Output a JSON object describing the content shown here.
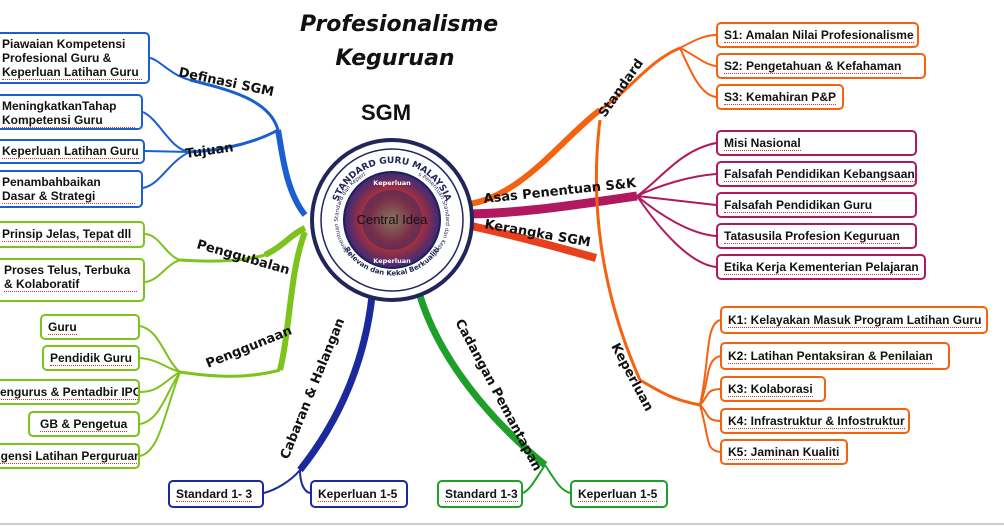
{
  "header": {
    "title_line1": "Profesionalisme",
    "title_line2": "Keguruan",
    "sgm": "SGM"
  },
  "center": {
    "ring_top": "STANDARD GURU MALAYSIA",
    "ring_left": "Asas Penentuan Standard dan Keperluan",
    "ring_right": "Asas Penentuan Standard dan Keperluan",
    "ring_bottom": "Relevan dan Kekal Berkualiti",
    "inner_top": "Keperluan",
    "inner_bottom": "Keperluan",
    "overlay": "Central Idea",
    "colors": {
      "ring": "#20265a",
      "inner_fill": "#3a2a7a",
      "center_glow": "#d9331e"
    }
  },
  "branches": {
    "definasi": "Definasi SGM",
    "tujuan": "Tujuan",
    "penggubalan": "Penggubalan",
    "penggunaan": "Penggunaan",
    "standard": "Standard",
    "asas": "Asas Penentuan S&K",
    "kerangka": "Kerangka SGM",
    "keperluan": "Keperluan",
    "cabaran": "Cabaran & Halangan",
    "cadangan": "Cadangan Pemantapan"
  },
  "left": {
    "definasi_item": "Piawaian Kompetensi Profesional Guru & Keperluan Latihan Guru",
    "tujuan_items": [
      "MeningkatkanTahap Kompetensi Guru",
      "Keperluan Latihan Guru",
      "Penambahbaikan Dasar & Strategi"
    ],
    "penggubalan_items": [
      "Prinsip Jelas, Tepat dll",
      "Proses Telus, Terbuka & Kolaboratif"
    ],
    "penggunaan_items": [
      "Guru",
      "Pendidik Guru",
      "Pengurus & Pentadbir IPG",
      "GB & Pengetua",
      "Agensi Latihan Perguruan"
    ]
  },
  "right": {
    "standard_items": [
      "S1:  Amalan Nilai Profesionalisme",
      "S2:  Pengetahuan & Kefahaman",
      "S3:  Kemahiran P&P"
    ],
    "asas_items": [
      "Misi Nasional",
      "Falsafah Pendidikan Kebangsaan",
      "Falsafah Pendidikan Guru",
      "Tatasusila Profesion Keguruan",
      "Etika Kerja Kementerian Pelajaran"
    ],
    "keperluan_items": [
      "K1:  Kelayakan Masuk Program Latihan Guru",
      "K2:  Latihan Pentaksiran & Penilaian",
      "K3:  Kolaborasi",
      "K4:  Infrastruktur & Infostruktur",
      "K5:  Jaminan Kualiti"
    ]
  },
  "bottom": {
    "cabaran_items": [
      "Standard 1- 3",
      "Keperluan 1-5"
    ],
    "cadangan_items": [
      "Standard 1-3",
      "Keperluan 1-5"
    ]
  },
  "colors": {
    "blue": "#1a5fd0",
    "green": "#7cc31c",
    "orange": "#f5620f",
    "magenta": "#b0195f",
    "red": "#e8401c",
    "navy": "#1a2a9c",
    "dark_green": "#1d9f2a"
  }
}
